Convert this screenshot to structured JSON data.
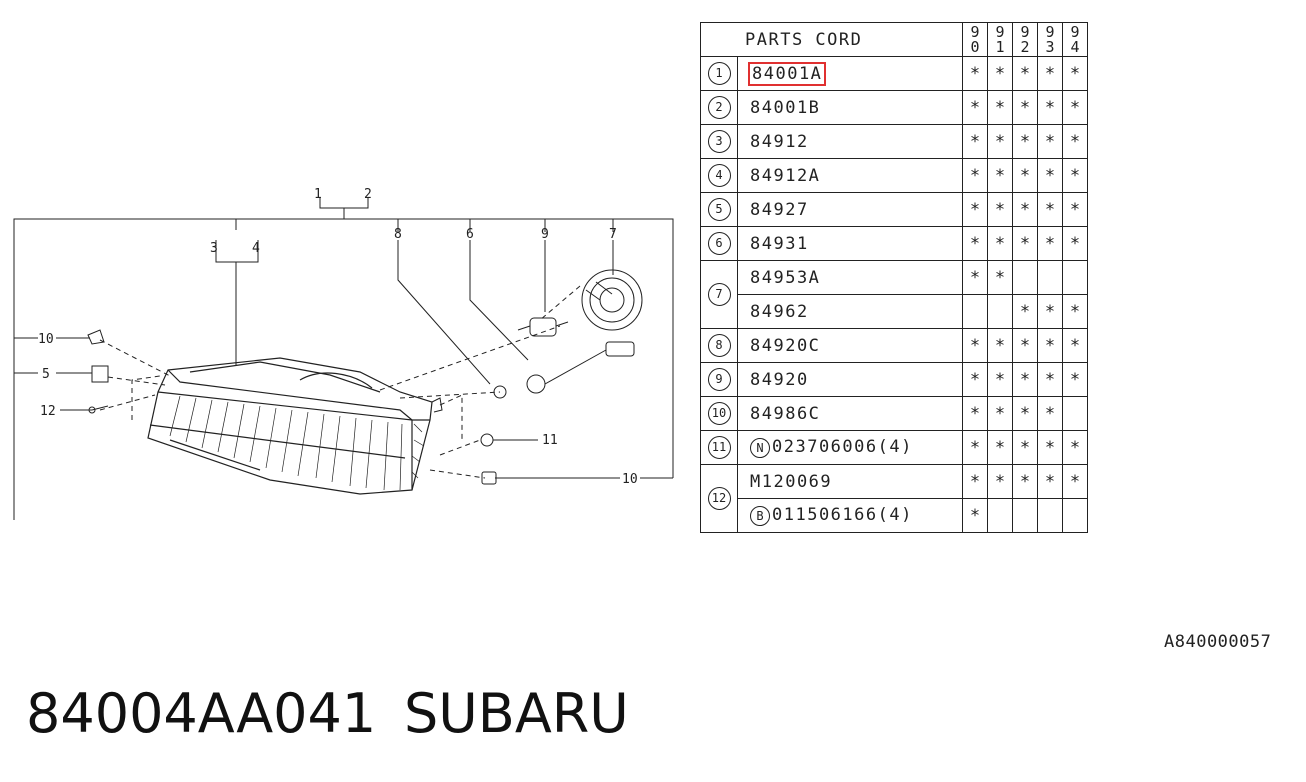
{
  "diagram": {
    "callouts": [
      "1",
      "2",
      "3",
      "4",
      "8",
      "6",
      "9",
      "7",
      "10",
      "5",
      "12",
      "11",
      "10"
    ]
  },
  "table": {
    "header": "PARTS CORD",
    "years": [
      [
        "9",
        "0"
      ],
      [
        "9",
        "1"
      ],
      [
        "9",
        "2"
      ],
      [
        "9",
        "3"
      ],
      [
        "9",
        "4"
      ]
    ],
    "rows": [
      {
        "ref": "1",
        "code": "84001A",
        "marks": [
          "*",
          "*",
          "*",
          "*",
          "*"
        ],
        "highlighted": true
      },
      {
        "ref": "2",
        "code": "84001B",
        "marks": [
          "*",
          "*",
          "*",
          "*",
          "*"
        ]
      },
      {
        "ref": "3",
        "code": "84912",
        "marks": [
          "*",
          "*",
          "*",
          "*",
          "*"
        ]
      },
      {
        "ref": "4",
        "code": "84912A",
        "marks": [
          "*",
          "*",
          "*",
          "*",
          "*"
        ]
      },
      {
        "ref": "5",
        "code": "84927",
        "marks": [
          "*",
          "*",
          "*",
          "*",
          "*"
        ]
      },
      {
        "ref": "6",
        "code": "84931",
        "marks": [
          "*",
          "*",
          "*",
          "*",
          "*"
        ]
      },
      {
        "ref": "7",
        "code": "84953A",
        "marks": [
          "*",
          "*",
          "",
          "",
          ""
        ]
      },
      {
        "ref": "",
        "code": "84962",
        "marks": [
          "",
          "",
          "*",
          "*",
          "*"
        ]
      },
      {
        "ref": "8",
        "code": "84920C",
        "marks": [
          "*",
          "*",
          "*",
          "*",
          "*"
        ]
      },
      {
        "ref": "9",
        "code": "84920",
        "marks": [
          "*",
          "*",
          "*",
          "*",
          "*"
        ]
      },
      {
        "ref": "10",
        "code": "84986C",
        "marks": [
          "*",
          "*",
          "*",
          "*",
          ""
        ]
      },
      {
        "ref": "11",
        "prefix": "N",
        "code": "023706006(4)",
        "marks": [
          "*",
          "*",
          "*",
          "*",
          "*"
        ]
      },
      {
        "ref": "12",
        "code": "M120069",
        "marks": [
          "*",
          "*",
          "*",
          "*",
          "*"
        ]
      },
      {
        "ref": "",
        "prefix": "B",
        "code": "011506166(4)",
        "marks": [
          "*",
          "",
          "",
          "",
          ""
        ]
      }
    ]
  },
  "diagram_code": "A840000057",
  "footer": {
    "part_number": "84004AA041",
    "brand": "SUBARU"
  },
  "colors": {
    "line": "#222222",
    "highlight": "#e03030",
    "background": "#ffffff"
  }
}
